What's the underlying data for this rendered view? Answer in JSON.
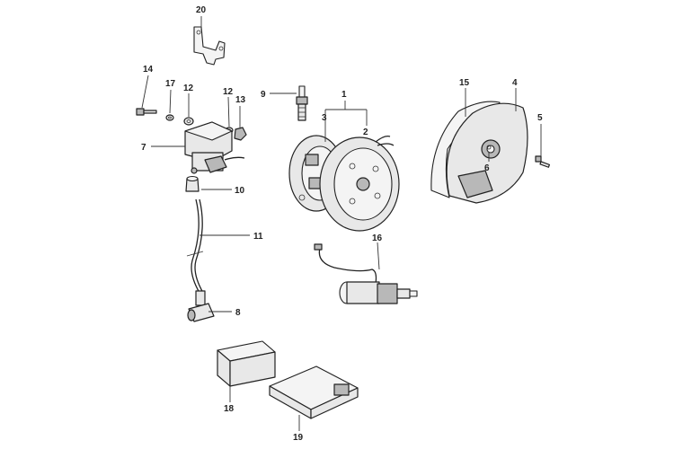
{
  "callouts": {
    "c1": "1",
    "c2": "2",
    "c3": "3",
    "c4": "4",
    "c5": "5",
    "c6": "6",
    "c7": "7",
    "c8": "8",
    "c9": "9",
    "c10": "10",
    "c11": "11",
    "c12a": "12",
    "c12b": "12",
    "c13": "13",
    "c14": "14",
    "c15": "15",
    "c16": "16",
    "c17": "17",
    "c18": "18",
    "c19": "19",
    "c20": "20"
  },
  "colors": {
    "line": "#222222",
    "part_fill": "#e8e8e8",
    "part_shade": "#b8b8b8",
    "background": "#ffffff"
  }
}
